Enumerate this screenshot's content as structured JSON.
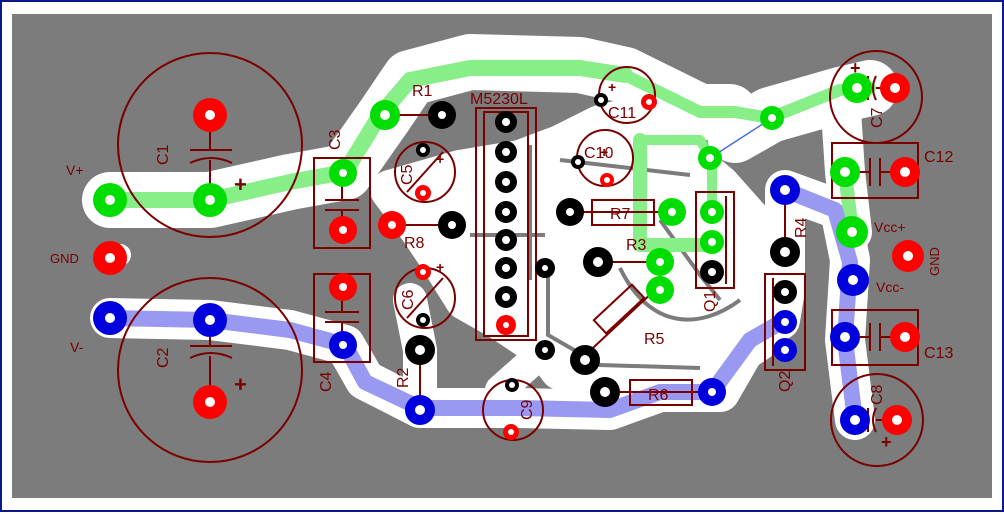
{
  "board": {
    "colors": {
      "frame": "#0a1a8c",
      "board": "#7c7c7c",
      "copper": "#ffffff",
      "silk": "#7a0000",
      "net_positive": "#88ee88",
      "net_negative": "#9999f2",
      "pad_positive": "#00dd00",
      "pad_negative": "#0000dd",
      "pad_power": "#ff0000",
      "pad_signal": "#000000",
      "airwire": "#4466dd"
    },
    "labels": {
      "c1": "C1",
      "c2": "C2",
      "c3": "C3",
      "c4": "C4",
      "c5": "C5",
      "c6": "C6",
      "c7": "C7",
      "c8": "C8",
      "c9": "C9",
      "c10": "C10",
      "c11": "C11",
      "c12": "C12",
      "c13": "C13",
      "r1": "R1",
      "r2": "R2",
      "r3": "R3",
      "r4": "R4",
      "r5": "R5",
      "r6": "R6",
      "r7": "R7",
      "r8": "R8",
      "q1": "Q1",
      "q2": "Q2",
      "ic": "M5230L",
      "v_plus": "V+",
      "v_minus": "V-",
      "gnd_left": "GND",
      "gnd_right": "GND",
      "vcc_plus": "Vcc+",
      "vcc_minus": "Vcc-",
      "plus_sign": "+"
    }
  }
}
